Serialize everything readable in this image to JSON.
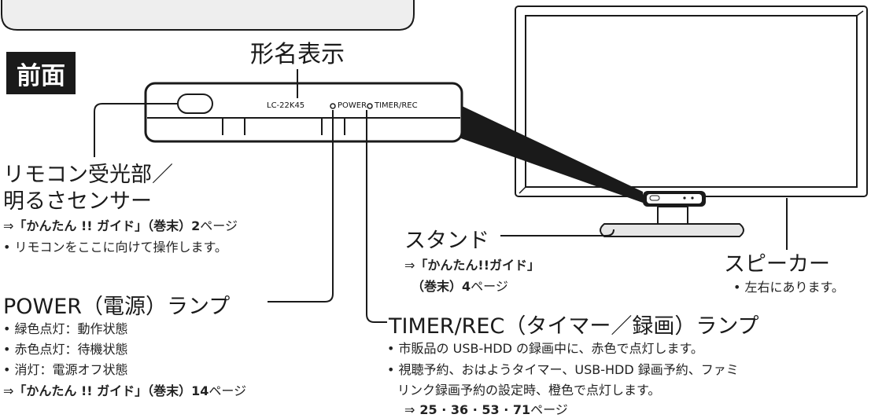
{
  "front_label": "前面",
  "model_display_label": "形名表示",
  "bezel": {
    "model": "LC-22K45",
    "power": "POWER",
    "timer_rec": "TIMER/REC"
  },
  "remote": {
    "title_line1": "リモコン受光部／",
    "title_line2": "明るさセンサー",
    "ref_prefix": "⇒",
    "ref_guide": "「かんたん !! ガイド」（巻末）2",
    "ref_suffix": " ページ",
    "note": "• リモコンをここに向けて操作します。"
  },
  "stand": {
    "title": "スタンド",
    "ref_prefix": "⇒",
    "ref_guide": "「かんたん!!ガイド」",
    "ref_line2": "（巻末）4",
    "ref_suffix": " ページ"
  },
  "speaker": {
    "title": "スピーカー",
    "note": "• 左右にあります。"
  },
  "power_lamp": {
    "title": "POWER（電源）ランプ",
    "items": [
      "• 緑色点灯：動作状態",
      "• 赤色点灯：待機状態",
      "• 消灯：電源オフ状態"
    ],
    "ref_prefix": "⇒",
    "ref_guide": "「かんたん !! ガイド」（巻末）14",
    "ref_suffix": " ページ"
  },
  "timer_lamp": {
    "title": "TIMER/REC（タイマー／録画）ランプ",
    "item1": "• 市販品の USB-HDD の録画中に、赤色で点灯します。",
    "item2_line1": "• 視聴予約、おはようタイマー、USB-HDD 録画予約、ファミ",
    "item2_line2": "リンク録画予約の設定時、橙色で点灯します。",
    "ref_prefix": "⇒",
    "ref_pages": "25 · 36 · 53 · 71",
    "ref_suffix": " ページ"
  },
  "colors": {
    "ink": "#1a1a1a",
    "bezel": "#ffffff",
    "screen_frame": "#1a1a1a"
  }
}
